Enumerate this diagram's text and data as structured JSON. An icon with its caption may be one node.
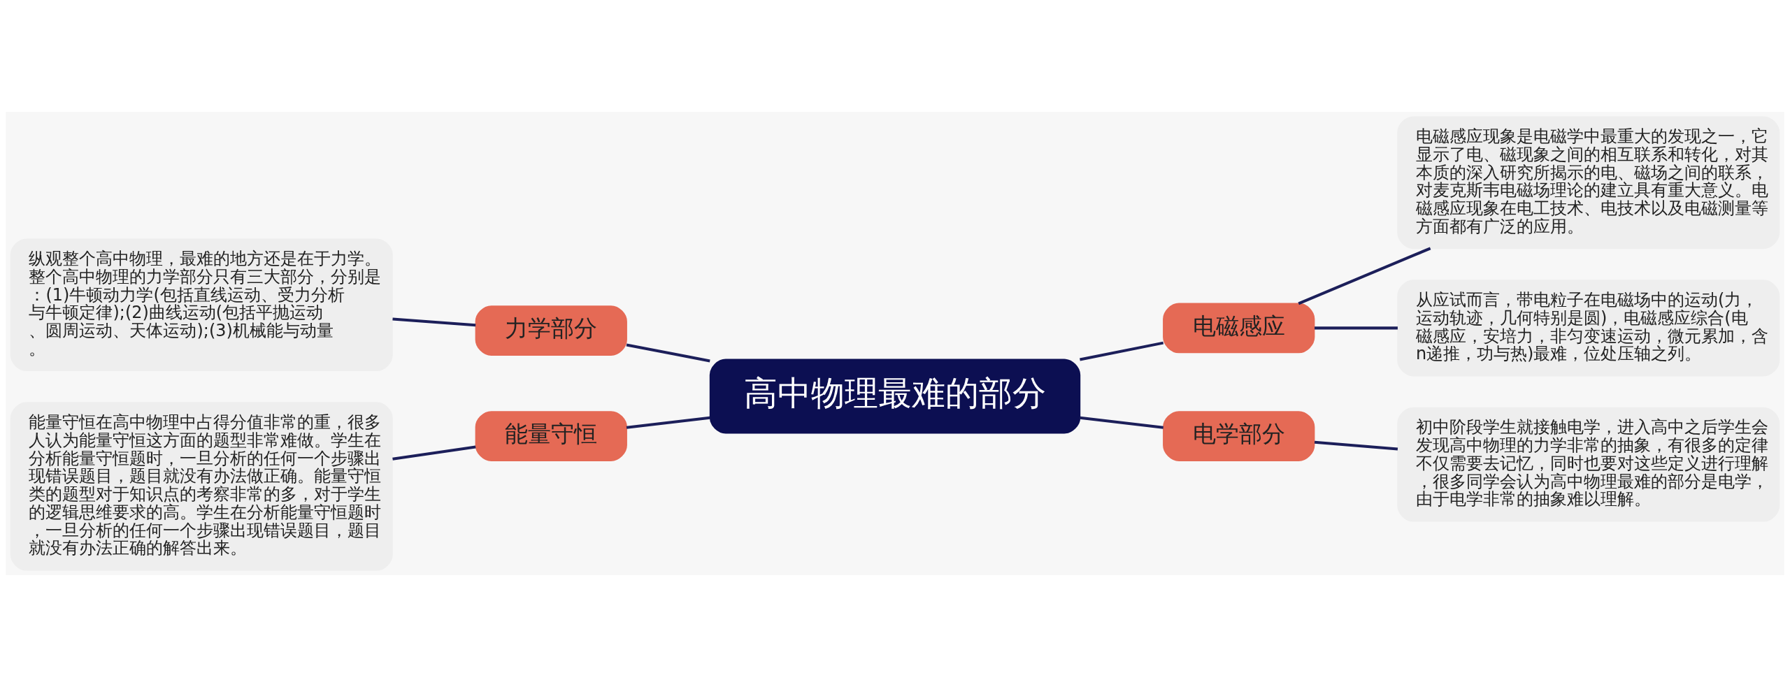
{
  "diagram": {
    "nodes": [
      {
        "text": [
          "高中物理最难的部分"
        ]
      },
      {
        "text": [
          "力学部分"
        ]
      },
      {
        "text": [
          "纵观整个高中物理，最难的地方还是在于力学。整个高中物理的力学部分只有三大部分，分别是：(1)牛顿动力学(包括直线运动、受力分析与牛顿定律);(2)曲线运动(包括平抛运动、圆周运动、天体运动);(3)机械能与动量。"
        ]
      },
      {
        "text": [
          "能量守恒"
        ]
      },
      {
        "text": [
          "能量守恒在高中物理中占得分值非常的重，很多人认为能量守恒这方面的题型非常难做。学生在分析能量守恒题时，一旦分析的任何一个步骤出现错误题目，题目就没有办法做正确。能量守恒类的题型对于知识点的考察非常的多，对于学生的逻辑思维要求的高。学生在分析能量守恒题时，一旦分析的任何一个步骤出现错误题目，题目就没有办法正确的解答出来。"
        ]
      },
      {
        "text": [
          "电磁感应"
        ]
      },
      {
        "text": [
          "电磁感应现象是电磁学中最重大的发现之一，它显示了电、磁现象之间的相互联系和转化，对其本质的深入研究所揭示的电、磁场之间的联系，对麦克斯韦电磁场理论的建立具有重大意义。电磁感应现象在电工技术、电技术以及电磁测量等方面都有广泛的应用。"
        ]
      },
      {
        "text": [
          "从应试而言，带电粒子在电磁场中的运动(力，运动轨迹，几何特别是圆)，电磁感应综合(电磁感应，安培力，非匀变速运动，微元累加，含n递推，功与热)最难，位处压轴之列。"
        ]
      },
      {
        "text": [
          "电学部分"
        ]
      },
      {
        "text": [
          "初中阶段学生就接触电学，进入高中之后学生会发现高中物理的力学非常的抽象，有很多的定律不仅需要去记忆，同时也要对这些定义进行理解，很多同学会认为高中物理最难的部分是电学，由于电学非常的抽象难以理解。"
        ]
      }
    ],
    "edges": [
      {
        "from": 0,
        "to": 1,
        "arrow": "none"
      },
      {
        "from": 1,
        "to": 2,
        "arrow": "none"
      },
      {
        "from": 0,
        "to": 3,
        "arrow": "none"
      },
      {
        "from": 3,
        "to": 4,
        "arrow": "none"
      },
      {
        "from": 0,
        "to": 5,
        "arrow": "none"
      },
      {
        "from": 5,
        "to": 6,
        "arrow": "none"
      },
      {
        "from": 5,
        "to": 7,
        "arrow": "none"
      },
      {
        "from": 0,
        "to": 8,
        "arrow": "none"
      },
      {
        "from": 8,
        "to": 9,
        "arrow": "none"
      }
    ]
  }
}
